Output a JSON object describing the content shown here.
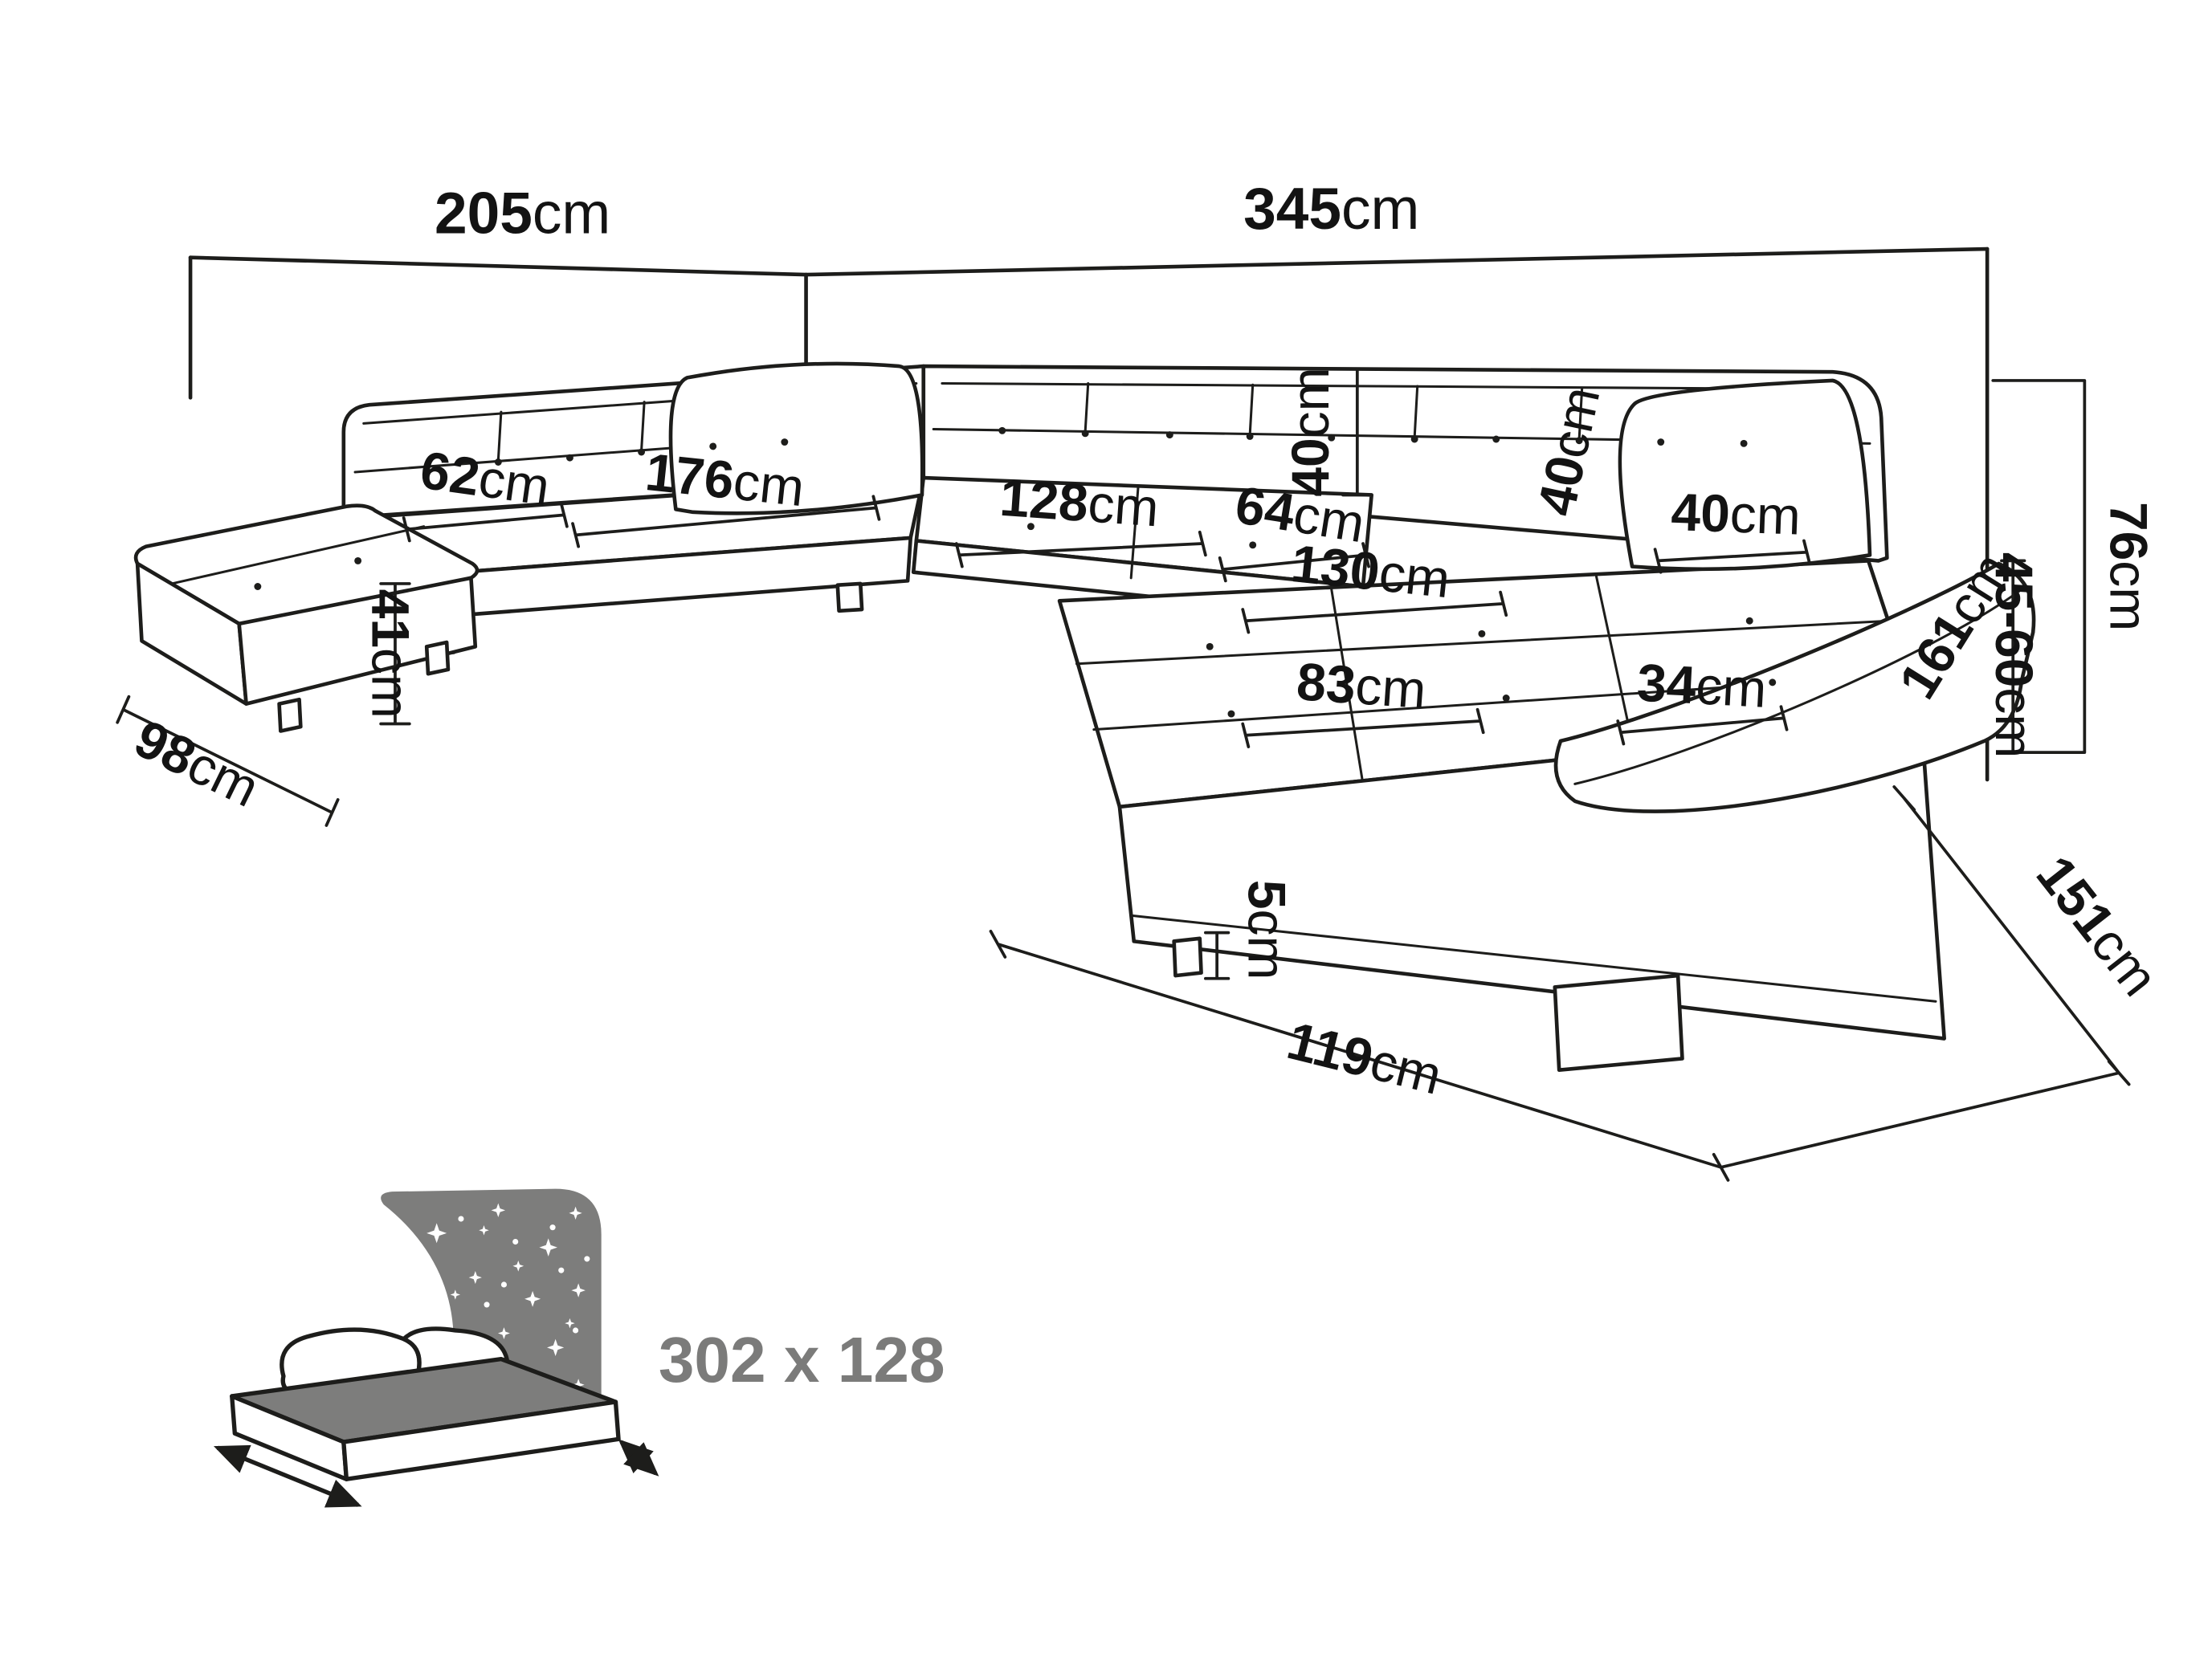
{
  "dims": {
    "wall_left": {
      "num": "205",
      "unit": "cm"
    },
    "wall_right": {
      "num": "345",
      "unit": "cm"
    },
    "left_seat_width": {
      "num": "62",
      "unit": "cm"
    },
    "left_section_length": {
      "num": "176",
      "unit": "cm"
    },
    "middle_seat_width": {
      "num": "128",
      "unit": "cm"
    },
    "middle_seat_right": {
      "num": "64",
      "unit": "cm"
    },
    "backrest_height": {
      "num": "40",
      "unit": "cm"
    },
    "back_cushion_height": {
      "num": "40",
      "unit": "cm"
    },
    "back_pillow_width": {
      "num": "40",
      "unit": "cm"
    },
    "right_chaise_length": {
      "num": "130",
      "unit": "cm"
    },
    "seat_height": {
      "num": "41",
      "unit": "cm"
    },
    "left_chaise_depth": {
      "num": "98",
      "unit": "cm"
    },
    "right_chaise_width": {
      "num": "83",
      "unit": "cm"
    },
    "armrest_width": {
      "num": "34",
      "unit": "cm"
    },
    "right_side_length": {
      "num": "161",
      "unit": "cm"
    },
    "clearance_height": {
      "num": "5",
      "unit": "cm"
    },
    "front_width": {
      "num": "119",
      "unit": "cm"
    },
    "right_depth": {
      "num": "151",
      "unit": "cm"
    },
    "armrest_height": {
      "num": "45-60",
      "unit": "cm"
    },
    "overall_height": {
      "num": "76",
      "unit": "cm"
    }
  },
  "sleep_function": {
    "bed_size": "302 x 128"
  },
  "colors": {
    "line": "#1d1d1b",
    "gray": "#7d7d7c",
    "background": "#ffffff"
  }
}
